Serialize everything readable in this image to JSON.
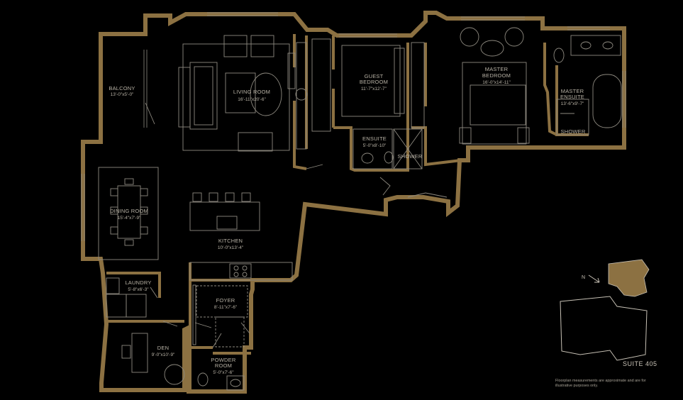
{
  "colors": {
    "wall": "#8c7142",
    "background": "#000000",
    "fixture": "#8e8a80",
    "text": "#b9b3a6"
  },
  "suite": {
    "label": "SUITE 405"
  },
  "disclaimer": "Floorplan measurements are approximate and are for illustrative purposes only.",
  "key_plan": {
    "north_label": "N"
  },
  "rooms": {
    "balcony": {
      "name": "BALCONY",
      "dims": "13'-0\"x5'-0\""
    },
    "living": {
      "name": "LIVING ROOM",
      "dims": "16'-11\"x20'-6\""
    },
    "guest_bedroom": {
      "name": [
        "GUEST",
        "BEDROOM"
      ],
      "dims": "11'-7\"x12'-7\""
    },
    "master_bedroom": {
      "name": [
        "MASTER",
        "BEDROOM"
      ],
      "dims": "16'-0\"x14'-11\""
    },
    "master_ensuite": {
      "name": [
        "MASTER",
        "ENSUITE"
      ],
      "dims": "13'-6\"x9'-7\""
    },
    "shower_master": {
      "name": "SHOWER"
    },
    "ensuite": {
      "name": "ENSUITE",
      "dims": "5'-0\"x8'-10\""
    },
    "shower_guest": {
      "name": "SHOWER"
    },
    "dining": {
      "name": "DINING ROOM",
      "dims": "15'-4\"x7'-9\""
    },
    "kitchen": {
      "name": "KITCHEN",
      "dims": "10'-0\"x13'-4\""
    },
    "laundry": {
      "name": "LAUNDRY",
      "dims": "5'-8\"x6'-3\""
    },
    "foyer": {
      "name": "FOYER",
      "dims": "8'-11\"x7'-6\""
    },
    "den": {
      "name": "DEN",
      "dims": "9'-0\"x10'-9\""
    },
    "powder": {
      "name": [
        "POWDER",
        "ROOM"
      ],
      "dims": "5'-0\"x7'-6\""
    }
  }
}
